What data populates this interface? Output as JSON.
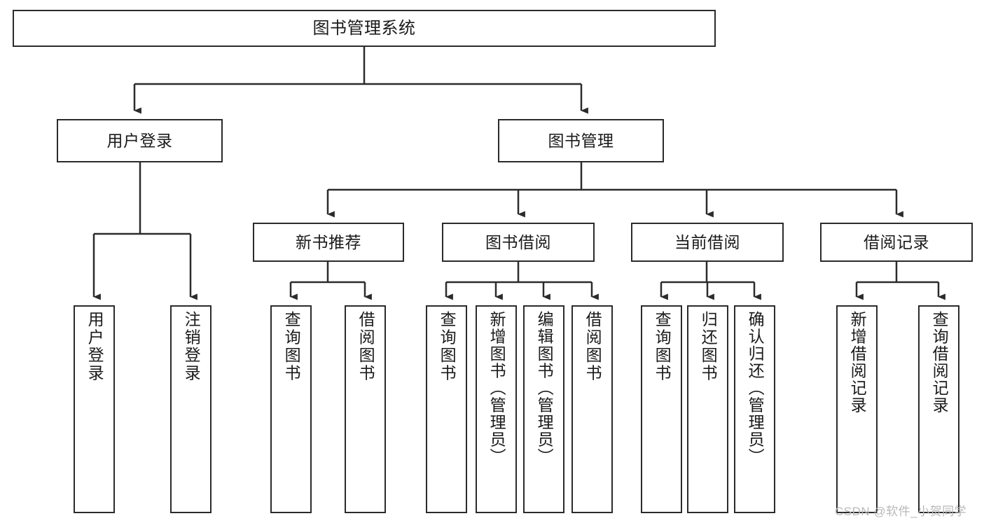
{
  "diagram": {
    "type": "tree",
    "title": "图书管理系统",
    "background_color": "#ffffff",
    "line_color": "#2b2b2b",
    "text_color": "#1a1a1a",
    "root": {
      "id": "root",
      "label": "图书管理系统"
    },
    "level2": [
      {
        "id": "user-login",
        "label": "用户登录"
      },
      {
        "id": "book-management",
        "label": "图书管理"
      }
    ],
    "level3": [
      {
        "id": "new-book-recommend",
        "label": "新书推荐",
        "parent": "book-management"
      },
      {
        "id": "book-borrow",
        "label": "图书借阅",
        "parent": "book-management"
      },
      {
        "id": "current-borrow",
        "label": "当前借阅",
        "parent": "book-management"
      },
      {
        "id": "borrow-record",
        "label": "借阅记录",
        "parent": "book-management"
      }
    ],
    "leaves": [
      {
        "id": "leaf-user-login",
        "label": "用户登录",
        "parent": "user-login"
      },
      {
        "id": "leaf-logout-login",
        "label": "注销登录",
        "parent": "user-login"
      },
      {
        "id": "leaf-query-book-1",
        "label": "查询图书",
        "parent": "new-book-recommend"
      },
      {
        "id": "leaf-borrow-book-1",
        "label": "借阅图书",
        "parent": "new-book-recommend"
      },
      {
        "id": "leaf-query-book-2",
        "label": "查询图书",
        "parent": "book-borrow"
      },
      {
        "id": "leaf-add-book",
        "label": "新增图书（管理员）",
        "parent": "book-borrow"
      },
      {
        "id": "leaf-edit-book",
        "label": "编辑图书（管理员）",
        "parent": "book-borrow"
      },
      {
        "id": "leaf-borrow-book-2",
        "label": "借阅图书",
        "parent": "book-borrow"
      },
      {
        "id": "leaf-query-book-3",
        "label": "查询图书",
        "parent": "current-borrow"
      },
      {
        "id": "leaf-return-book",
        "label": "归还图书",
        "parent": "current-borrow"
      },
      {
        "id": "leaf-confirm-return",
        "label": "确认归还（管理员）",
        "parent": "current-borrow"
      },
      {
        "id": "leaf-add-record",
        "label": "新增借阅记录",
        "parent": "borrow-record"
      },
      {
        "id": "leaf-query-record",
        "label": "查询借阅记录",
        "parent": "borrow-record"
      }
    ]
  },
  "watermark": {
    "text": "CSDN @软件_小贺同学"
  }
}
